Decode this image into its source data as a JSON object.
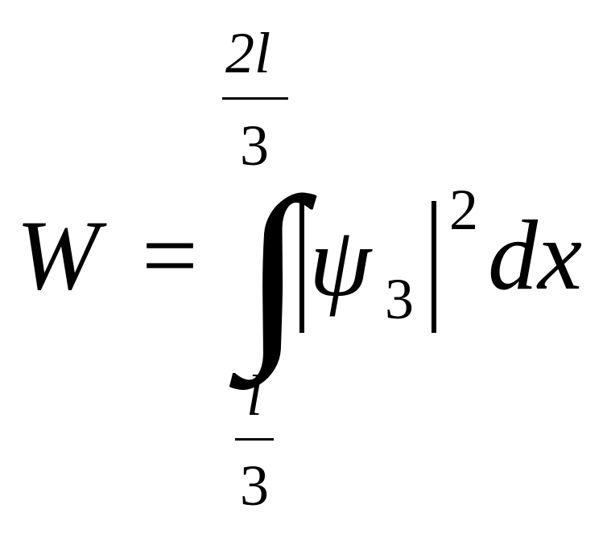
{
  "equation": {
    "lhs": "W",
    "equals": "=",
    "integral_sign": "∫",
    "upper_limit": {
      "numerator": "2l",
      "denominator": "3"
    },
    "lower_limit": {
      "numerator": "l",
      "denominator": "3"
    },
    "integrand": {
      "abs_bar_left": "|",
      "psi": "ψ",
      "subscript": "3",
      "abs_bar_right": "|",
      "exponent": "2"
    },
    "differential": "dx"
  }
}
